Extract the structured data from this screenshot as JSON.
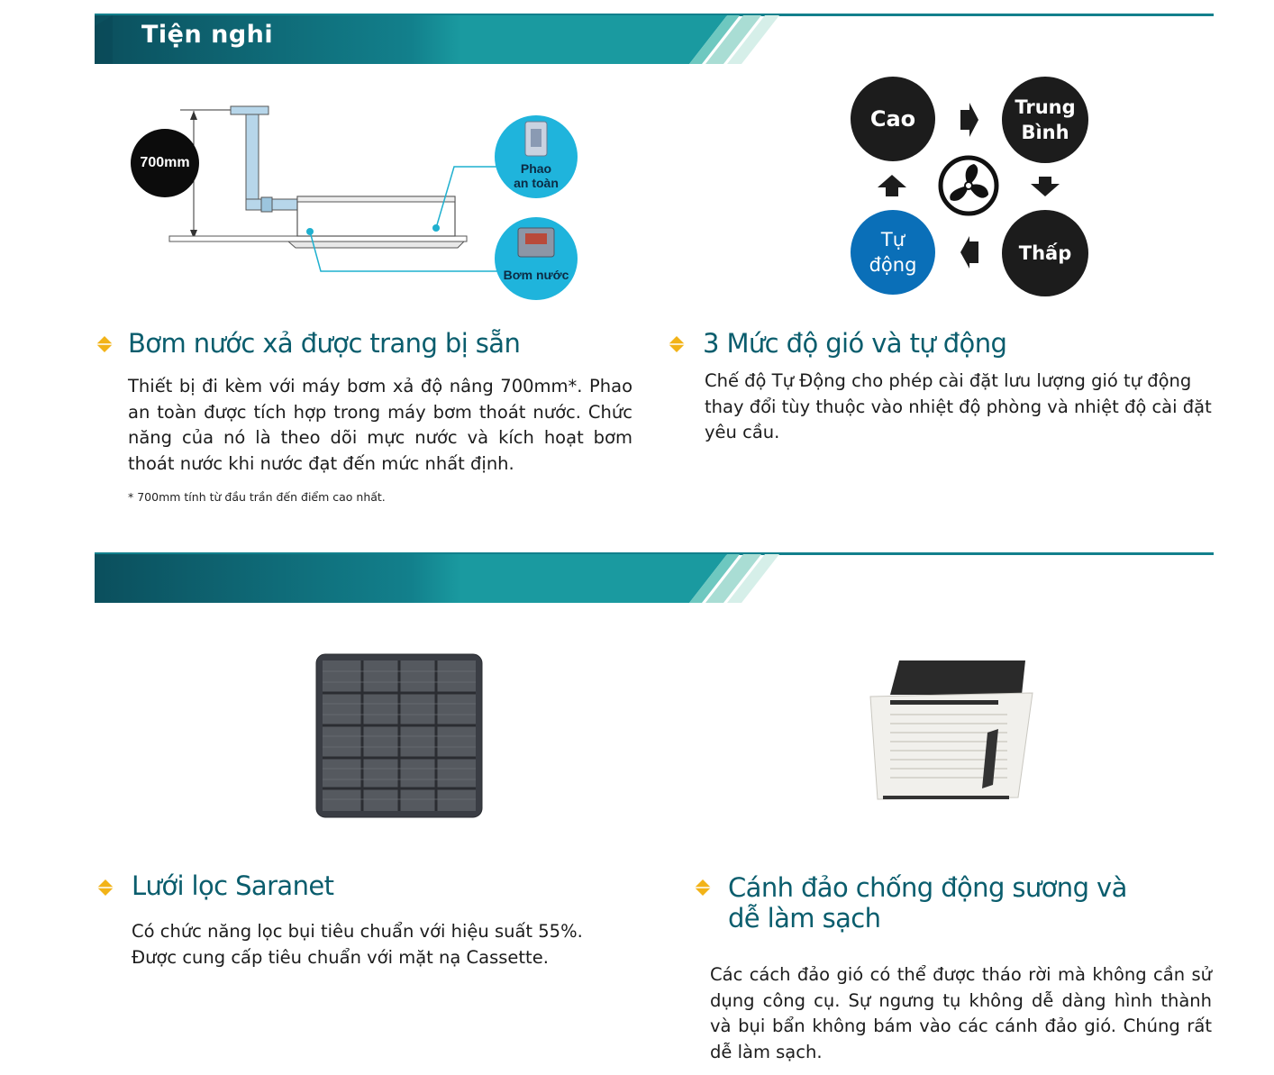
{
  "sections": {
    "comfort_title": "Tiện nghi",
    "second_title": ""
  },
  "drain_pump": {
    "heading": "Bơm nước xả được trang bị sẵn",
    "body": "Thiết bị đi kèm với máy bơm xả độ nâng 700mm*. Phao an toàn được tích hợp trong máy bơm thoát nước. Chức năng của nó là theo dõi mực nước và kích hoạt bơm thoát nước khi nước đạt đến mức nhất định.",
    "note": "* 700mm tính từ đầu trần đến điểm cao nhất.",
    "diagram": {
      "height_label": "700mm",
      "float_label_1": "Phao",
      "float_label_2": "an toàn",
      "pump_label": "Bơm nước"
    }
  },
  "fan_speed": {
    "heading": "3 Mức độ gió và tự động",
    "body": "Chế độ Tự Động cho phép cài đặt lưu lượng gió tự động thay đổi tùy thuộc vào nhiệt độ phòng và nhiệt độ cài đặt yêu cầu.",
    "high": "Cao",
    "medium_1": "Trung",
    "medium_2": "Bình",
    "low": "Thấp",
    "auto_1": "Tự",
    "auto_2": "động"
  },
  "filter": {
    "heading": "Lưới lọc Saranet",
    "body": "Có chức năng lọc bụi tiêu chuẩn với hiệu suất 55%. Được cung cấp tiêu chuẩn với mặt nạ Cassette."
  },
  "flap": {
    "heading_1": "Cánh đảo chống động sương và",
    "heading_2": "dễ làm sạch",
    "body": "Các cách đảo gió có thể được tháo rời mà không cần sử dụng công cụ. Sự ngưng tụ không dễ dàng hình thành và bụi bẩn không bám vào các cánh đảo gió. Chúng rất dễ làm sạch."
  },
  "colors": {
    "banner_dark": "#0b5a68",
    "banner_mid": "#13808c",
    "banner_light": "#9fd8cf",
    "heading": "#0a5d6d",
    "bullet": "#f2b318",
    "auto_circle": "#0a6fb8",
    "speed_circle": "#1c1c1c",
    "accent_line": "#1fb0cf"
  }
}
